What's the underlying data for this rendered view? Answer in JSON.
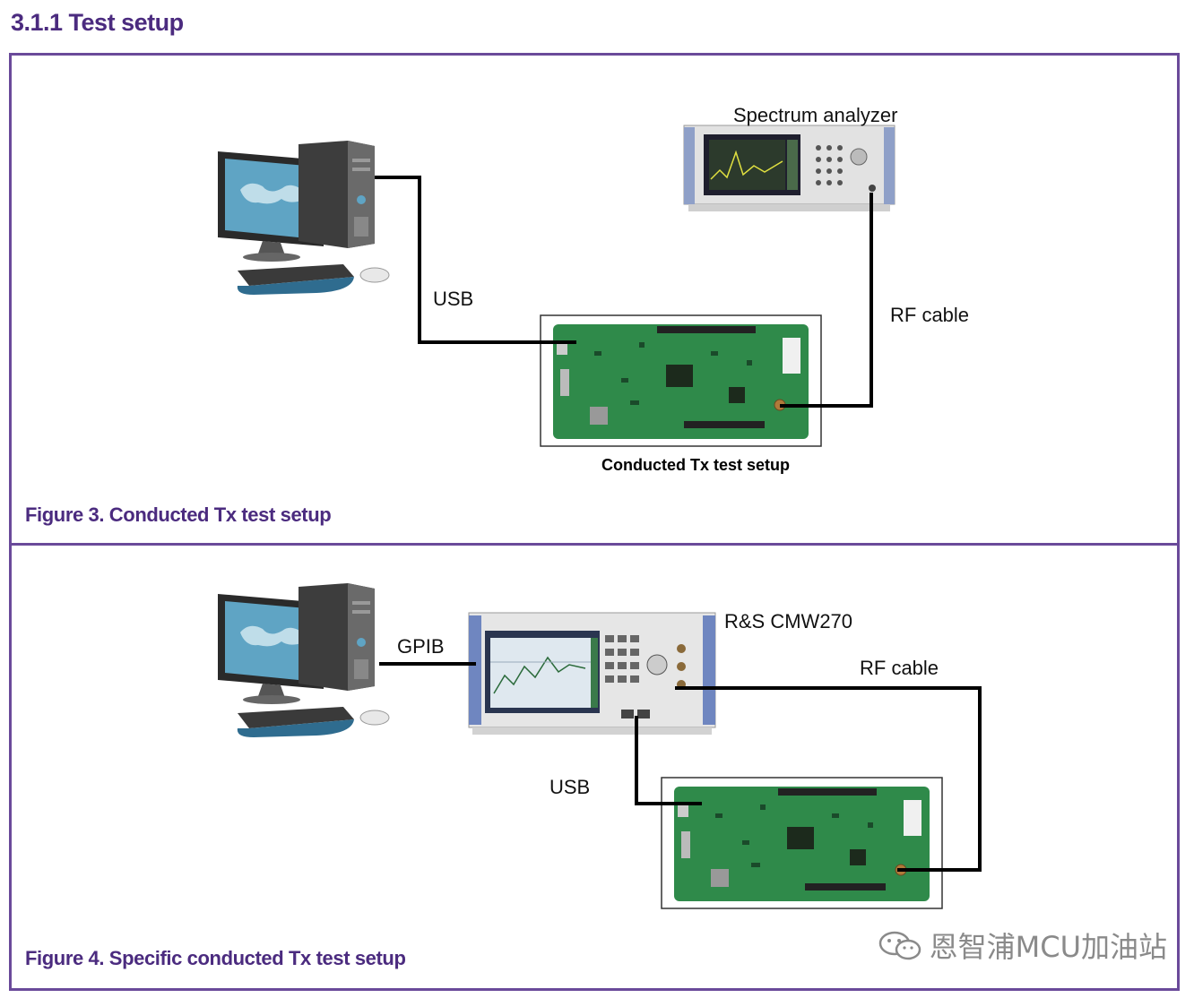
{
  "section": {
    "title": "3.1.1   Test setup"
  },
  "figure3": {
    "caption": "Figure 3.  Conducted Tx test setup",
    "labels": {
      "instrument": "Spectrum analyzer",
      "usb": "USB",
      "rf_cable": "RF cable",
      "board_caption": "Conducted Tx test setup"
    }
  },
  "figure4": {
    "caption": "Figure 4.  Specific conducted Tx test setup",
    "labels": {
      "instrument": "R&S CMW270",
      "gpib": "GPIB",
      "usb": "USB",
      "rf_cable": "RF cable"
    }
  },
  "watermark": {
    "text": "恩智浦MCU加油站"
  },
  "colors": {
    "accent": "#4b2b7f",
    "frame": "#6a4a9a",
    "pcb": "#2f8a4a",
    "cable": "#000000"
  },
  "icons": [
    "desktop-computer-icon",
    "spectrum-analyzer-icon",
    "pcb-board-icon",
    "radio-tester-icon",
    "wechat-icon"
  ]
}
